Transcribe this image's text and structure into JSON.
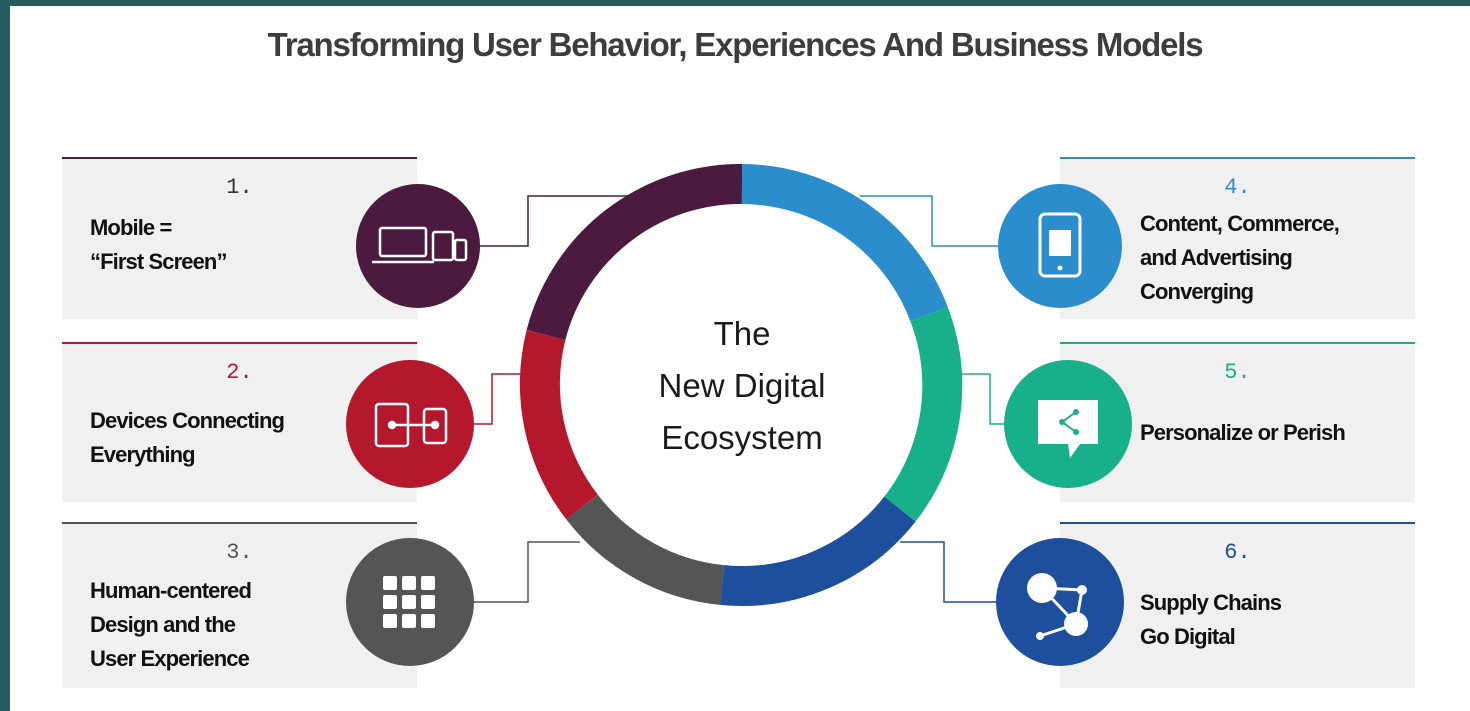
{
  "title": "Transforming  User Behavior, Experiences And Business Models",
  "center": {
    "line1": "The",
    "line2": "New Digital",
    "line3": "Ecosystem"
  },
  "items": [
    {
      "number": "1.",
      "line1": "Mobile =",
      "line2": "“First Screen”",
      "line3": "",
      "color": "#4b1a3e",
      "icon": "laptop-tablet-phone-icon"
    },
    {
      "number": "2.",
      "line1": "Devices Connecting",
      "line2": "Everything",
      "line3": "",
      "color": "#b5172c",
      "icon": "connected-devices-icon"
    },
    {
      "number": "3.",
      "line1": "Human-centered",
      "line2": "Design and the",
      "line3": "User Experience",
      "color": "#555555",
      "icon": "app-grid-icon"
    },
    {
      "number": "4.",
      "line1": "Content, Commerce,",
      "line2": "and Advertising",
      "line3": "Converging",
      "color": "#2b8dcc",
      "icon": "tablet-icon"
    },
    {
      "number": "5.",
      "line1": "Personalize or Perish",
      "line2": "",
      "line3": "",
      "color": "#18b08a",
      "icon": "share-chat-icon"
    },
    {
      "number": "6.",
      "line1": "Supply Chains",
      "line2": "Go Digital",
      "line3": "",
      "color": "#1d4f9c",
      "icon": "network-nodes-icon"
    }
  ]
}
